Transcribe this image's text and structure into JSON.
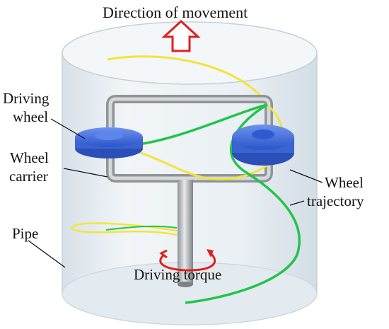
{
  "labels": {
    "direction": "Direction of movement",
    "driving_wheel_line1": "Driving",
    "driving_wheel_line2": "wheel",
    "wheel_carrier_line1": "Wheel",
    "wheel_carrier_line2": "carrier",
    "wheel_trajectory_line1": "Wheel",
    "wheel_trajectory_line2": "trajectory",
    "pipe": "Pipe",
    "driving_torque": "Driving torque"
  },
  "colors": {
    "pipe_fill": "#e8eef3",
    "pipe_edge": "#c9d3db",
    "carrier": "#a9adb2",
    "wheel": "#3f6fe0",
    "trajectory_yellow": "#f2e53a",
    "trajectory_green": "#22c44a",
    "arrow_red": "#e02020"
  }
}
